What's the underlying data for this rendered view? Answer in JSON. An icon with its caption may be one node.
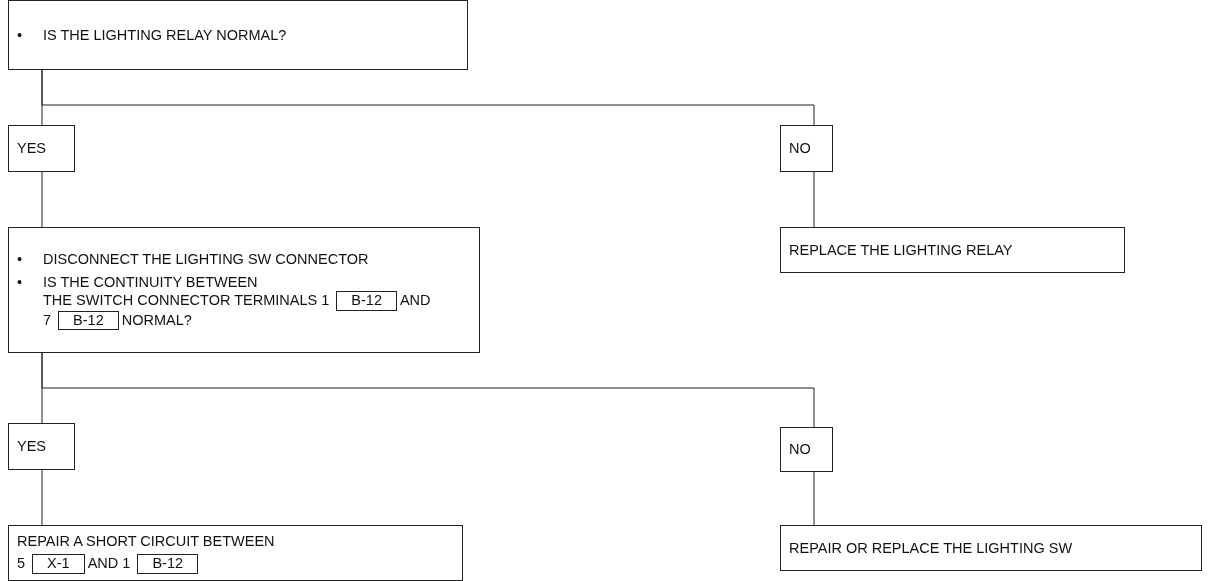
{
  "diagram": {
    "nodes": [
      {
        "text": [
          "•",
          "IS THE LIGHTING RELAY NORMAL?"
        ]
      },
      {
        "text": [
          "YES"
        ]
      },
      {
        "text": [
          "NO"
        ]
      },
      {
        "text": [
          "•",
          "DISCONNECT THE LIGHTING SW CONNECTOR",
          "•",
          "IS THE CONTINUITY BETWEEN",
          "THE SWITCH CONNECTOR TERMINALS 1",
          "AND",
          "7",
          "NORMAL?"
        ]
      },
      {
        "text": [
          "B-12"
        ],
        "in": 3
      },
      {
        "text": [
          "B-12"
        ],
        "in": 3
      },
      {
        "text": [
          "REPLACE THE LIGHTING RELAY"
        ]
      },
      {
        "text": [
          "YES"
        ]
      },
      {
        "text": [
          "NO"
        ]
      },
      {
        "text": [
          "REPAIR A SHORT CIRCUIT BETWEEN",
          "5",
          "AND 1"
        ]
      },
      {
        "text": [
          "X-1"
        ],
        "in": 9
      },
      {
        "text": [
          "B-12"
        ],
        "in": 9
      },
      {
        "text": [
          "REPAIR OR REPLACE THE LIGHTING SW"
        ]
      }
    ],
    "edges": [
      {
        "from": 0,
        "to": 1,
        "arrow": "none"
      },
      {
        "from": 0,
        "to": 2,
        "arrow": "none"
      },
      {
        "from": 1,
        "to": 3,
        "arrow": "none"
      },
      {
        "from": 2,
        "to": 6,
        "arrow": "none"
      },
      {
        "from": 3,
        "to": 7,
        "arrow": "none"
      },
      {
        "from": 3,
        "to": 8,
        "arrow": "none"
      },
      {
        "from": 7,
        "to": 9,
        "arrow": "none"
      },
      {
        "from": 8,
        "to": 12,
        "arrow": "none"
      }
    ]
  }
}
